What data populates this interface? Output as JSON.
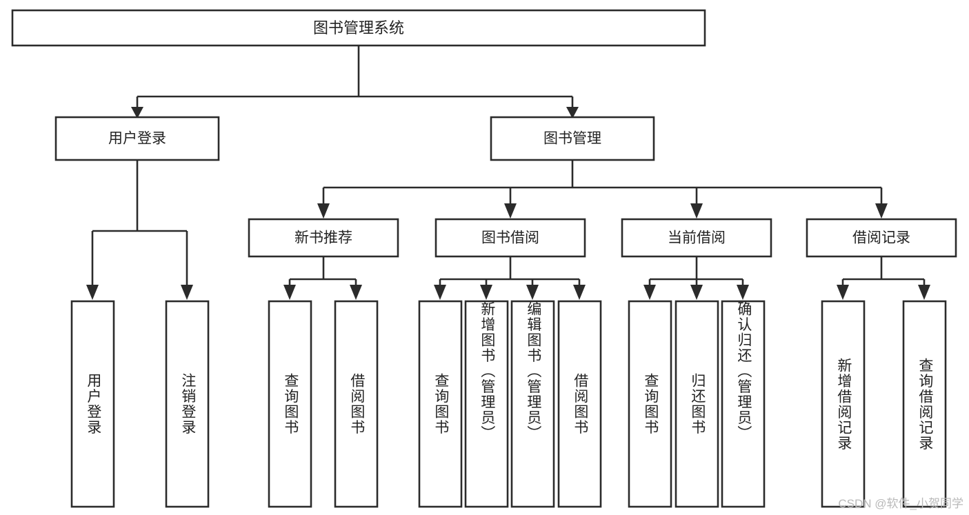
{
  "diagram": {
    "type": "tree-flowchart",
    "title_node": {
      "label": "图书管理系统"
    },
    "level2": [
      {
        "label": "用户登录"
      },
      {
        "label": "图书管理"
      }
    ],
    "level3": [
      {
        "label": "新书推荐"
      },
      {
        "label": "图书借阅"
      },
      {
        "label": "当前借阅"
      },
      {
        "label": "借阅记录"
      }
    ],
    "leaves": {
      "user_login": [
        {
          "label": "用户登录"
        },
        {
          "label": "注销登录"
        }
      ],
      "new_book_recommend": [
        {
          "label": "查询图书"
        },
        {
          "label": "借阅图书"
        }
      ],
      "book_borrow": [
        {
          "label": "查询图书"
        },
        {
          "label": "新增图书（管理员）"
        },
        {
          "label": "编辑图书（管理员）"
        },
        {
          "label": "借阅图书"
        }
      ],
      "current_borrow": [
        {
          "label": "查询图书"
        },
        {
          "label": "归还图书"
        },
        {
          "label": "确认归还（管理员）"
        }
      ],
      "borrow_record": [
        {
          "label": "新增借阅记录"
        },
        {
          "label": "查询借阅记录"
        }
      ]
    }
  },
  "watermark": {
    "text": "CSDN @软件_小贺同学"
  },
  "colors": {
    "stroke": "#2b2b2b",
    "fill": "#ffffff",
    "text": "#222222",
    "watermark": "#b9b9b9"
  }
}
